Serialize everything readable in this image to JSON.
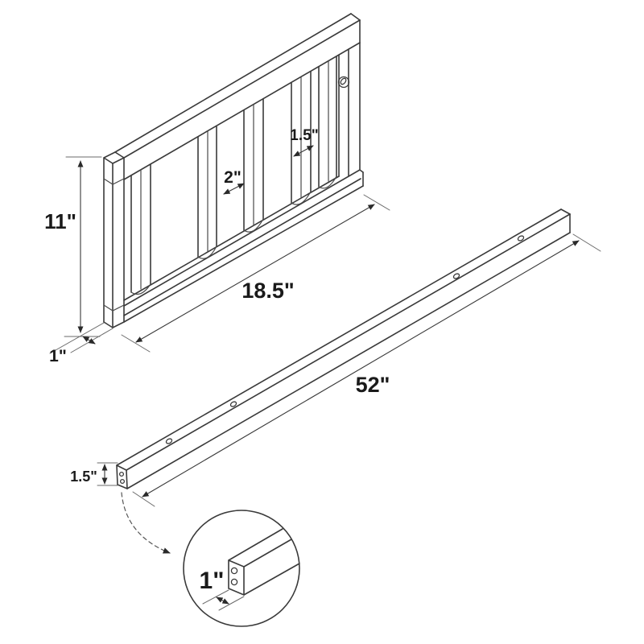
{
  "labels": {
    "panel_height": "11\"",
    "panel_depth": "1\"",
    "panel_length": "18.5\"",
    "slat_gap": "2\"",
    "slat_width": "1.5\"",
    "rail_length": "52\"",
    "rail_height": "1.5\"",
    "rail_end_width": "1\""
  },
  "figure": {
    "panel_slat_count": 5,
    "panel_cam_lock_hole_count": 1,
    "rail_top_hole_count": 4,
    "rail_end_hole_count": 2,
    "detail_magnifier": "rail end cross-section"
  },
  "colors": {
    "background": "#ffffff",
    "object_line": "#3a3a3a",
    "dimension_line": "#4a4a4a",
    "text": "#1a1a1a"
  }
}
